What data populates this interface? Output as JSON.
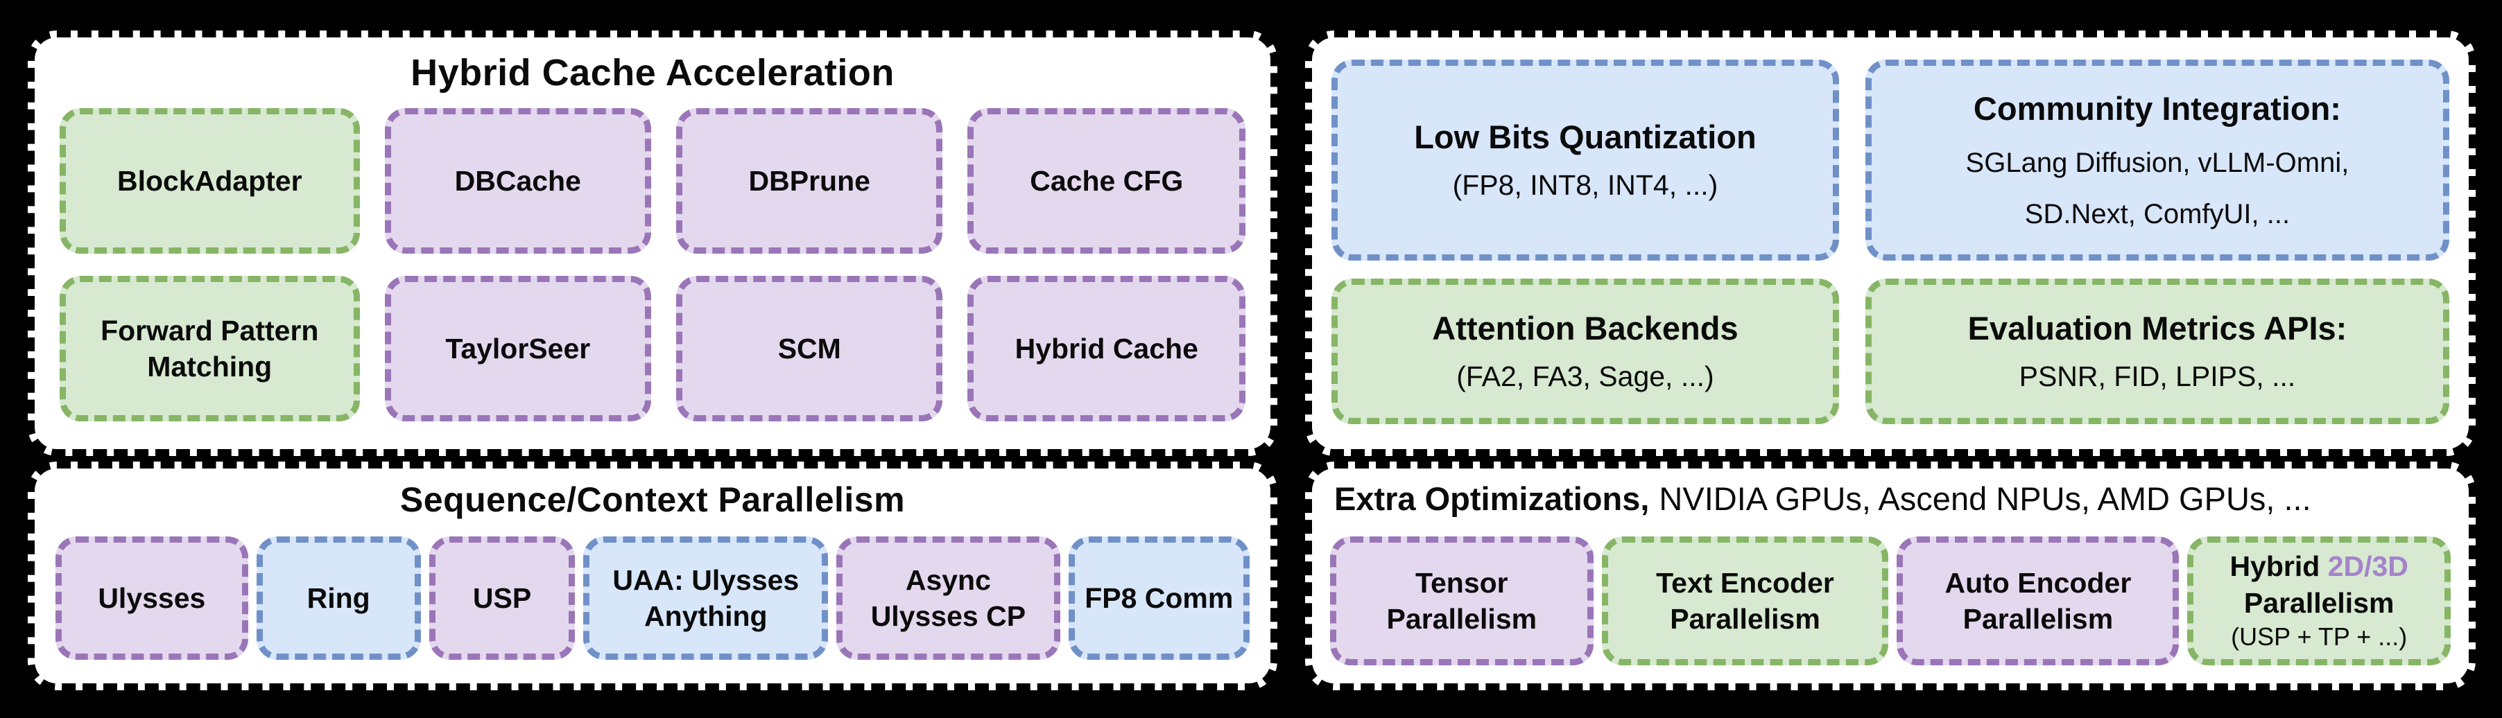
{
  "colors": {
    "page_background": "#000000",
    "panel_background": "#ffffff",
    "panel_border": "#000000",
    "green_fill": "#d7e9d0",
    "green_border": "#87b566",
    "purple_fill": "#e4d8ee",
    "purple_border": "#9a76b8",
    "blue_fill": "#d8e6fa",
    "blue_border": "#7090c8",
    "accent_2d3d_text": "#a583cb",
    "text": "#0b0b0b"
  },
  "panels": {
    "hybrid": {
      "title": "Hybrid Cache Acceleration",
      "boxes": [
        {
          "lines": [
            "BlockAdapter"
          ],
          "color": "green"
        },
        {
          "lines": [
            "DBCache"
          ],
          "color": "purple"
        },
        {
          "lines": [
            "DBPrune"
          ],
          "color": "purple"
        },
        {
          "lines": [
            "Cache CFG"
          ],
          "color": "purple"
        },
        {
          "lines": [
            "Forward Pattern",
            "Matching"
          ],
          "color": "green"
        },
        {
          "lines": [
            "TaylorSeer"
          ],
          "color": "purple"
        },
        {
          "lines": [
            "SCM"
          ],
          "color": "purple"
        },
        {
          "lines": [
            "Hybrid Cache"
          ],
          "color": "purple"
        }
      ]
    },
    "eco": {
      "boxes": [
        {
          "title": "Low Bits Quantization",
          "sub1": "(FP8, INT8, INT4, ...)",
          "color": "blue"
        },
        {
          "title": "Community Integration:",
          "sub1": "SGLang Diffusion, vLLM-Omni,",
          "sub2": "SD.Next, ComfyUI, ...",
          "color": "blue"
        },
        {
          "title": "Attention Backends",
          "sub1": "(FA2, FA3, Sage, ...)",
          "color": "green"
        },
        {
          "title": "Evaluation Metrics APIs:",
          "sub1": "PSNR, FID, LPIPS, ...",
          "color": "green"
        }
      ]
    },
    "seq": {
      "title": "Sequence/Context Parallelism",
      "boxes": [
        {
          "lines": [
            "Ulysses"
          ],
          "color": "purple"
        },
        {
          "lines": [
            "Ring"
          ],
          "color": "blue"
        },
        {
          "lines": [
            "USP"
          ],
          "color": "purple"
        },
        {
          "lines": [
            "UAA: Ulysses",
            "Anything"
          ],
          "color": "blue"
        },
        {
          "lines": [
            "Async",
            "Ulysses CP"
          ],
          "color": "purple"
        },
        {
          "lines": [
            "FP8 Comm"
          ],
          "color": "blue"
        }
      ]
    },
    "extra": {
      "title_bold": "Extra Optimizations,",
      "title_rest": "NVIDIA GPUs, Ascend NPUs, AMD GPUs, ...",
      "boxes": [
        {
          "lines": [
            "Tensor",
            "Parallelism"
          ],
          "color": "purple"
        },
        {
          "lines": [
            "Text Encoder",
            "Parallelism"
          ],
          "color": "green"
        },
        {
          "lines": [
            "Auto Encoder",
            "Parallelism"
          ],
          "color": "purple"
        },
        {
          "line1_black": "Hybrid ",
          "line1_accent": "2D/3D",
          "line2": "Parallelism",
          "line3": "(USP + TP + ...)",
          "color": "green"
        }
      ]
    }
  }
}
